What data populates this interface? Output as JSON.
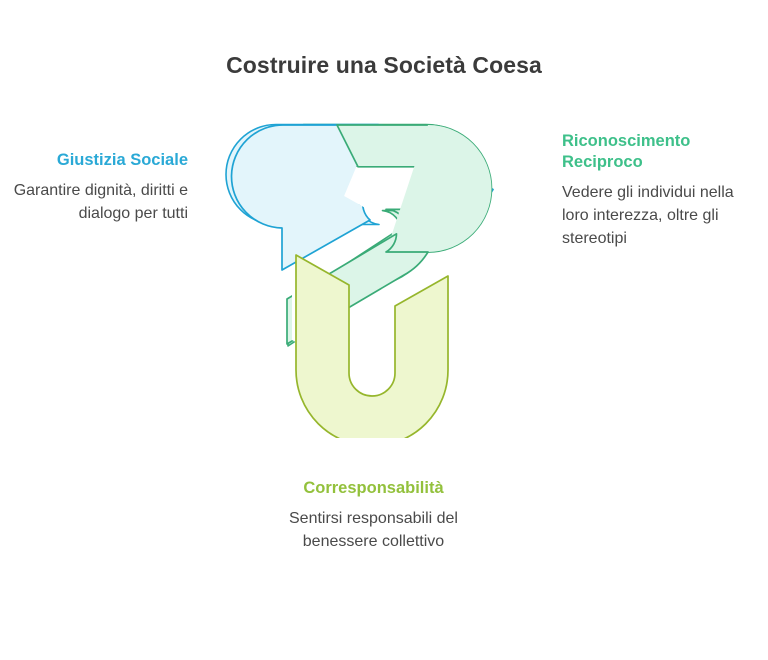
{
  "page": {
    "title": "Costruire una Società Coesa",
    "background": "#ffffff"
  },
  "colors": {
    "title_text": "#3b3b3b",
    "body_text": "#4a4a4a",
    "social_justice_stroke": "#1fa3d4",
    "social_justice_fill": "#e3f5fb",
    "mutual_recognition_stroke": "#3aab77",
    "mutual_recognition_fill": "#dcf5e8",
    "shared_responsibility_stroke": "#96b62c",
    "shared_responsibility_fill": "#eef7cf"
  },
  "diagram": {
    "name": "interlocking-trefoil-knot",
    "description": "Three interlocking hook shapes forming a triskelion knot",
    "pieces": [
      {
        "id": "social-justice",
        "label": "Giustizia Sociale",
        "color_stroke": "#1fa3d4",
        "color_fill": "#e3f5fb",
        "position": "upper-left"
      },
      {
        "id": "mutual-recognition",
        "label": "Riconoscimento Reciproco",
        "color_stroke": "#3aab77",
        "color_fill": "#dcf5e8",
        "position": "upper-right"
      },
      {
        "id": "shared-responsibility",
        "label": "Corresponsabilità",
        "color_stroke": "#96b62c",
        "color_fill": "#eef7cf",
        "position": "bottom-center"
      }
    ]
  },
  "nodes": {
    "left": {
      "heading": "Giustizia Sociale",
      "body": "Garantire dignità, diritti e dialogo per tutti"
    },
    "right": {
      "heading": "Riconoscimento Reciproco",
      "body": "Vedere gli individui nella loro interezza, oltre gli stereotipi"
    },
    "bottom": {
      "heading": "Corresponsabilità",
      "body": "Sentirsi responsabili del benessere collettivo"
    }
  }
}
